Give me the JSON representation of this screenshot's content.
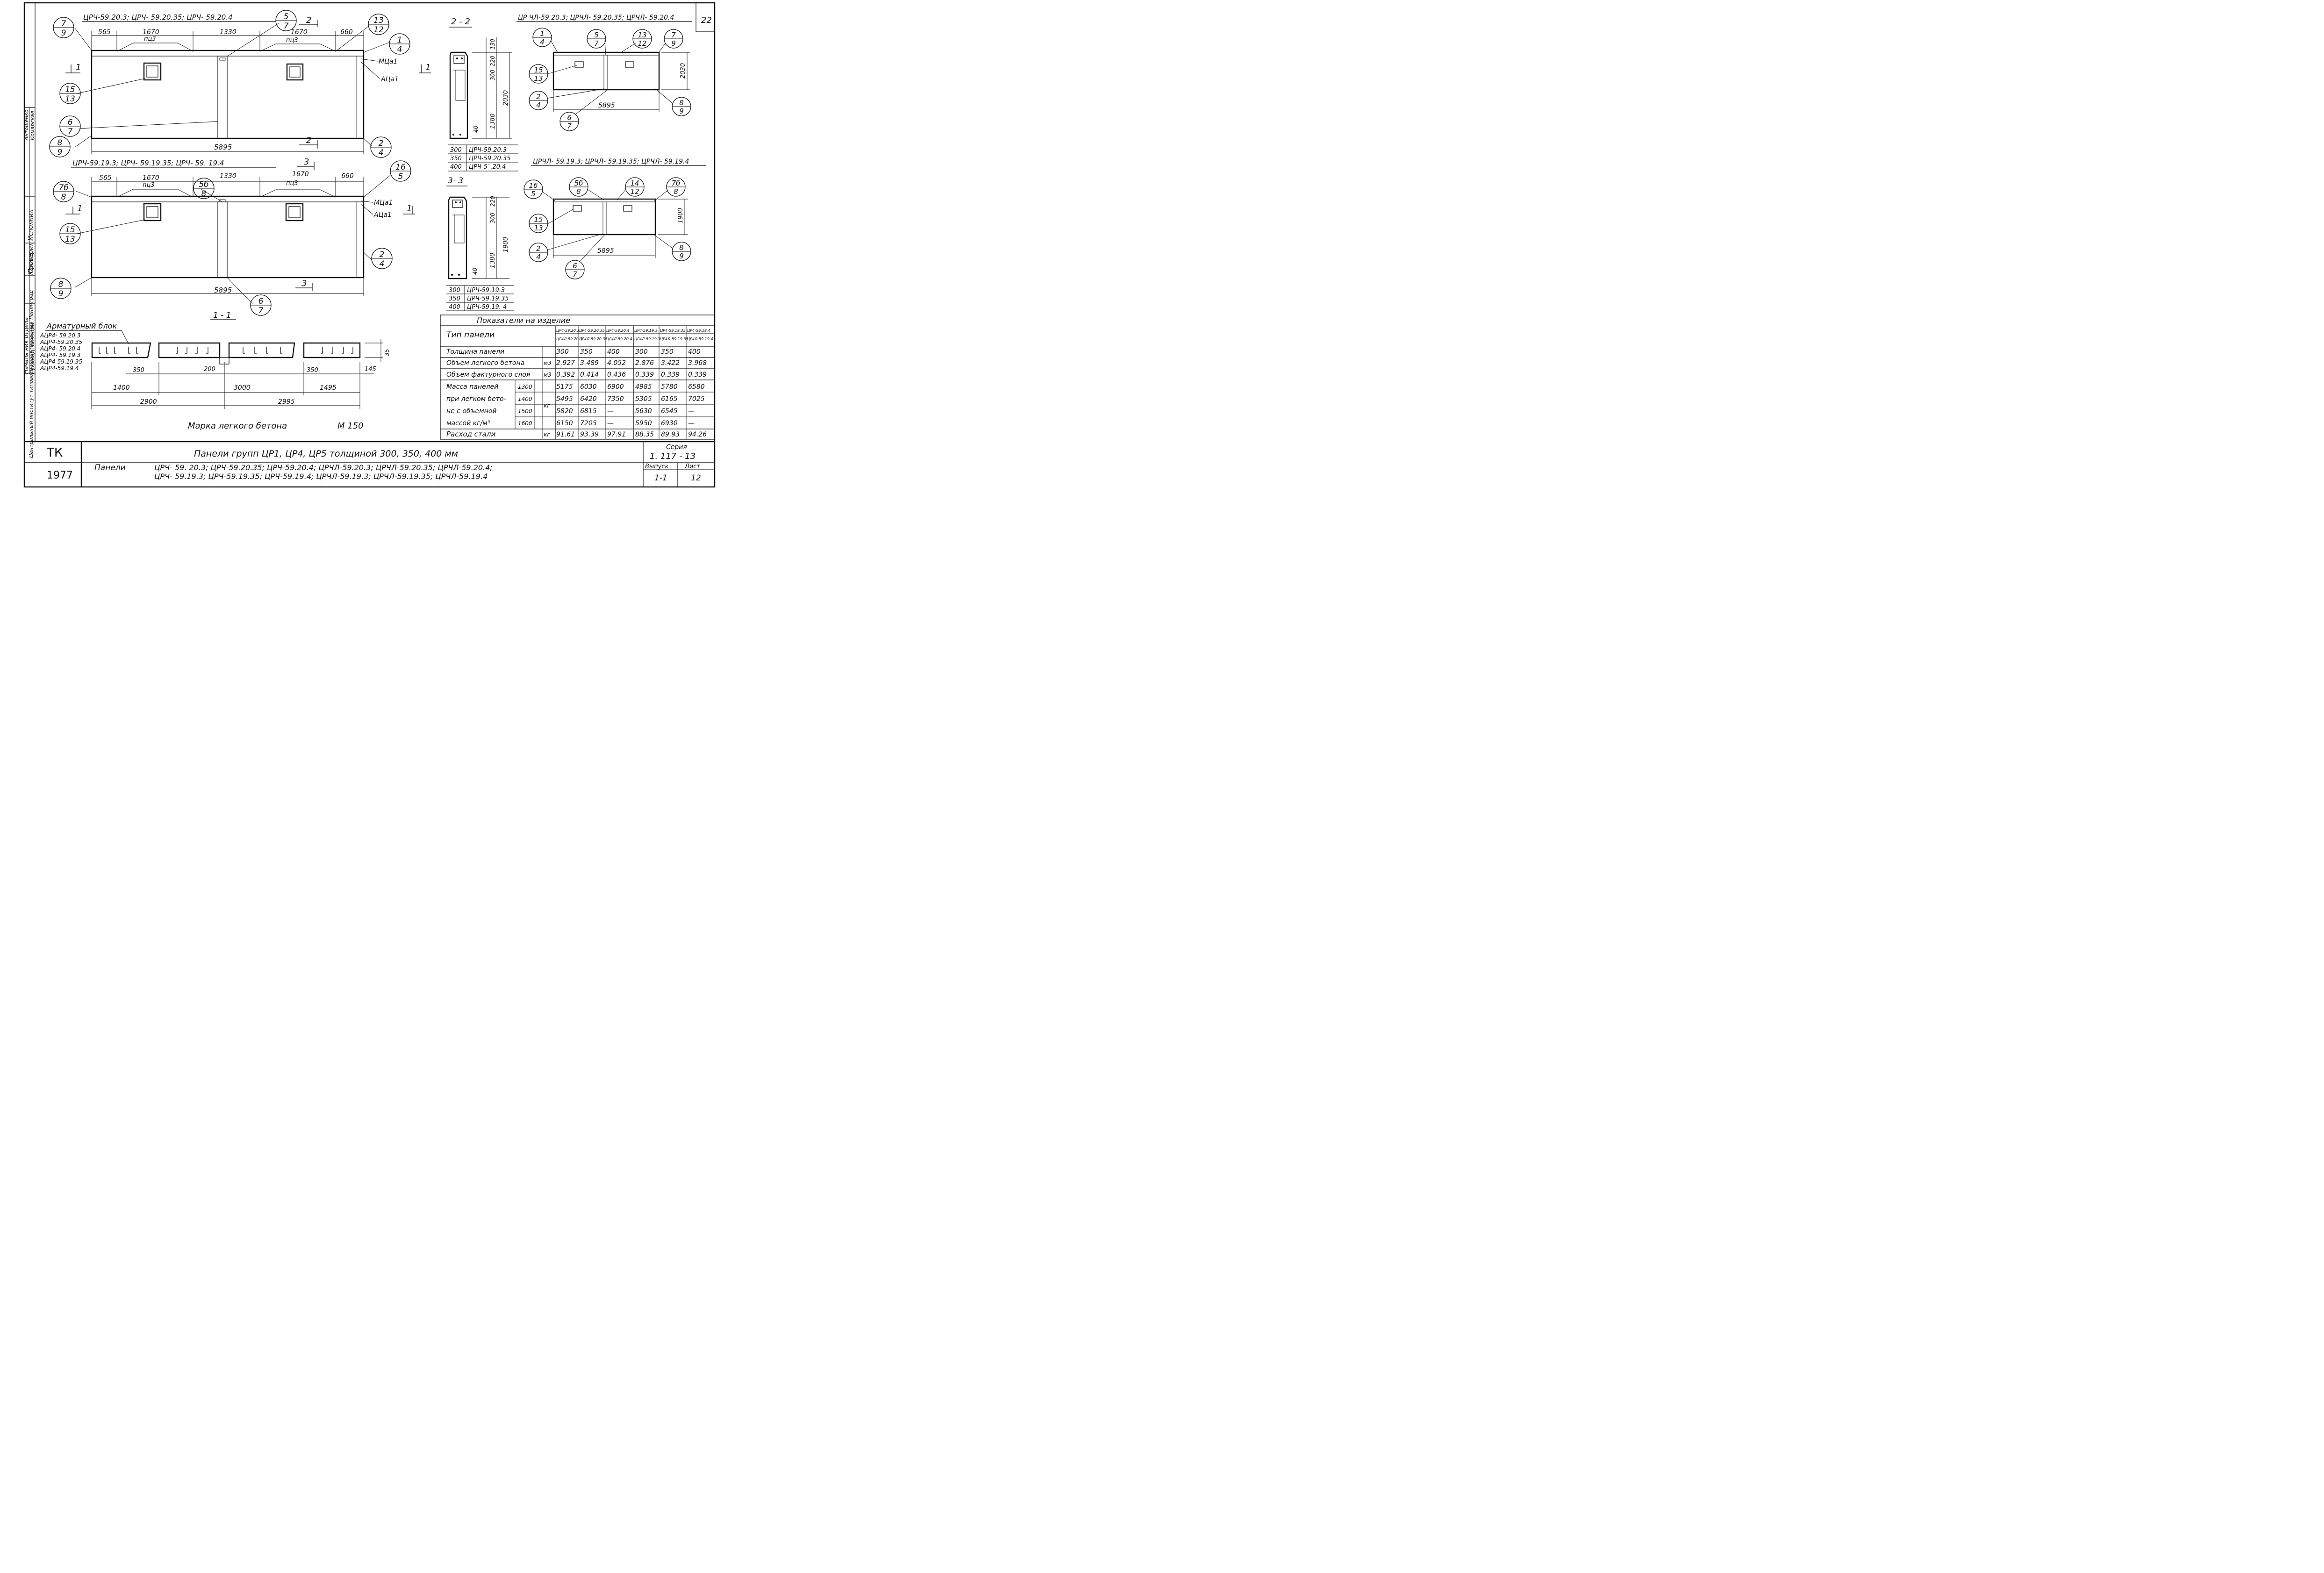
{
  "page_number": "22",
  "sheet_frame": {
    "side_roles": [
      "Исполнил",
      "Проверил",
      "Началь ник отдела",
      "Руковод. сектора"
    ],
    "side_names": [
      "Антощенко",
      "Комарская",
      "Канино"
    ],
    "institute": "Центральный институт типового проектирования Ленинград"
  },
  "elev1": {
    "title": "ЦРЧ-59.20.3;  ЦРЧ- 59.20.35;  ЦРЧ- 59.20.4",
    "dims": [
      "565",
      "1670",
      "1330",
      "1670",
      "660"
    ],
    "pc": [
      "пц3",
      "пц3"
    ],
    "total": "5895",
    "tags": [
      "МЦа1",
      "АЦа1"
    ],
    "section_marks": [
      "1",
      "1",
      "2",
      "2"
    ],
    "bubbles": [
      [
        "7",
        "9"
      ],
      [
        "5",
        "7"
      ],
      [
        "13",
        "12"
      ],
      [
        "1",
        "4"
      ],
      [
        "15",
        "13"
      ],
      [
        "6",
        "7"
      ],
      [
        "8",
        "9"
      ],
      [
        "2",
        "4"
      ]
    ]
  },
  "elev2": {
    "title": "ЦРЧ-59.19.3;  ЦРЧ- 59.19.35;  ЦРЧ- 59. 19.4",
    "dims": [
      "565",
      "1670",
      "1330",
      "1670",
      "660"
    ],
    "pc": [
      "пц3",
      "пц3"
    ],
    "total": "5895",
    "tags": [
      "МЦа1",
      "АЦа1"
    ],
    "section_marks": [
      "1",
      "1",
      "3",
      "3"
    ],
    "bubbles": [
      [
        "7б",
        "8"
      ],
      [
        "5б",
        "8"
      ],
      [
        "16",
        "5"
      ],
      [
        "15",
        "13"
      ],
      [
        "8",
        "9"
      ],
      [
        "2",
        "4"
      ],
      [
        "6",
        "7"
      ]
    ]
  },
  "sec22": {
    "title": "2 - 2",
    "dims": [
      "130",
      "220",
      "300",
      "2030",
      "1380",
      "40"
    ],
    "rows": [
      [
        "300",
        "ЦРЧ-59.20.3"
      ],
      [
        "350",
        "ЦРЧ-59.20.35"
      ],
      [
        "400",
        "ЦРЧ-5¨.20.4"
      ]
    ]
  },
  "sec33": {
    "title": "3- 3",
    "dims": [
      "220",
      "300",
      "1900",
      "1380",
      "40"
    ],
    "rows": [
      [
        "300",
        "ЦРЧ-59.19.3"
      ],
      [
        "350",
        "ЦРЧ-59.19.35"
      ],
      [
        "400",
        "ЦРЧ-59.19. 4"
      ]
    ]
  },
  "small1": {
    "title": "ЦР ЧЛ-59.20.3;  ЦРЧЛ- 59.20.35;  ЦРЧЛ- 59.20.4",
    "total": "5895",
    "height": "2030",
    "bubbles": [
      [
        "1",
        "4"
      ],
      [
        "5",
        "7"
      ],
      [
        "13",
        "12"
      ],
      [
        "7",
        "9"
      ],
      [
        "15",
        "13"
      ],
      [
        "2",
        "4"
      ],
      [
        "6",
        "7"
      ],
      [
        "8",
        "9"
      ]
    ]
  },
  "small2": {
    "title": "ЦРЧЛ- 59.19.3;  ЦРЧЛ- 59.19.35;  ЦРЧЛ- 59.19.4",
    "total": "5895",
    "height": "1900",
    "bubbles": [
      [
        "16",
        "5"
      ],
      [
        "5б",
        "8"
      ],
      [
        "14",
        "12"
      ],
      [
        "7б",
        "8"
      ],
      [
        "15",
        "13"
      ],
      [
        "2",
        "4"
      ],
      [
        "6",
        "7"
      ],
      [
        "8",
        "9"
      ]
    ]
  },
  "sec11": {
    "title": "1 - 1",
    "block_title": "Арматурный  блок",
    "block_items": [
      "АЦР4- 59.20.3",
      "АЦР4-59.20.35",
      "АЦР4- 59.20.4",
      "АЦР4- 59.19.3",
      "АЦР4-59.19.35",
      "АЦР4-59.19.4"
    ],
    "dims_small": [
      "350",
      "200",
      "350",
      "145",
      "35"
    ],
    "dims_mid": [
      "1400",
      "3000",
      "1495"
    ],
    "dims_total": [
      "2900",
      "2995"
    ],
    "concrete_label": "Марка  легкого  бетона",
    "concrete_grade": "М 150"
  },
  "table": {
    "title": "Показатели    на    изделие",
    "type_label": "Тип  панели",
    "col_types": [
      [
        "ЦР4-59.20.3",
        "ЦР4Л-59.20.3"
      ],
      [
        "ЦР4-59.20.35",
        "ЦР4Л-59.20.35"
      ],
      [
        "ЦР4-59.20.4",
        "ЦР4Л-59.20.4"
      ],
      [
        "ЦР4-59.19.3",
        "ЦР4Л-59.19.3"
      ],
      [
        "ЦР4-59.19.35",
        "ЦР4Л-59.19.35"
      ],
      [
        "ЦР4-59.19.4",
        "ЦР4Л-59.19.4"
      ]
    ],
    "rows": [
      {
        "label": "Толщина     панели",
        "unit": "",
        "values": [
          "300",
          "350",
          "400",
          "300",
          "350",
          "400"
        ]
      },
      {
        "label": "Объем  легкого бетона",
        "unit": "м3",
        "values": [
          "2.927",
          "3.489",
          "4.052",
          "2.876",
          "3.422",
          "3.968"
        ]
      },
      {
        "label": "Объем  фактурного слоя",
        "unit": "м3",
        "values": [
          "0.392",
          "0.414",
          "0.436",
          "0.339",
          "0.339",
          "0.339"
        ]
      }
    ],
    "mass_label": [
      "Масса  панелей",
      "при легком бето-",
      "не  с  объемной",
      "массой  кг/м³"
    ],
    "mass_unit": "кг",
    "mass_rows": [
      {
        "density": "1300",
        "values": [
          "5175",
          "6030",
          "6900",
          "4985",
          "5780",
          "6580"
        ]
      },
      {
        "density": "1400",
        "values": [
          "5495",
          "6420",
          "7350",
          "5305",
          "6165",
          "7025"
        ]
      },
      {
        "density": "1500",
        "values": [
          "5820",
          "6815",
          "—",
          "5630",
          "6545",
          "—"
        ]
      },
      {
        "density": "1600",
        "values": [
          "6150",
          "7205",
          "—",
          "5950",
          "6930",
          "—"
        ]
      }
    ],
    "steel": {
      "label": "Расход  стали",
      "unit": "кг",
      "values": [
        "91.61",
        "93.39",
        "97.91",
        "88.35",
        "89.93",
        "94.26"
      ]
    }
  },
  "stamp": {
    "org": "ТК",
    "year": "1977",
    "title": "Панели    групп   ЦР1,  ЦР4,  ЦР5     толщиной  300,  350,  400   мм",
    "series_label": "Серия",
    "series": "1. 117 - 13",
    "panels_label": "Панели",
    "panels_line1": "ЦРЧ- 59. 20.3;   ЦРЧ-59.20.35;   ЦРЧ-59.20.4;   ЦРЧЛ-59.20.3;   ЦРЧЛ-59.20.35;   ЦРЧЛ-59.20.4;",
    "panels_line2": "ЦРЧ- 59.19.3;    ЦРЧ-59.19.35;   ЦРЧ-59.19.4;   ЦРЧЛ-59.19.3;   ЦРЧЛ-59.19.35;   ЦРЧЛ-59.19.4",
    "issue_label": "Выпуск",
    "issue": "1-1",
    "sheet_label": "Лист",
    "sheet": "12"
  }
}
